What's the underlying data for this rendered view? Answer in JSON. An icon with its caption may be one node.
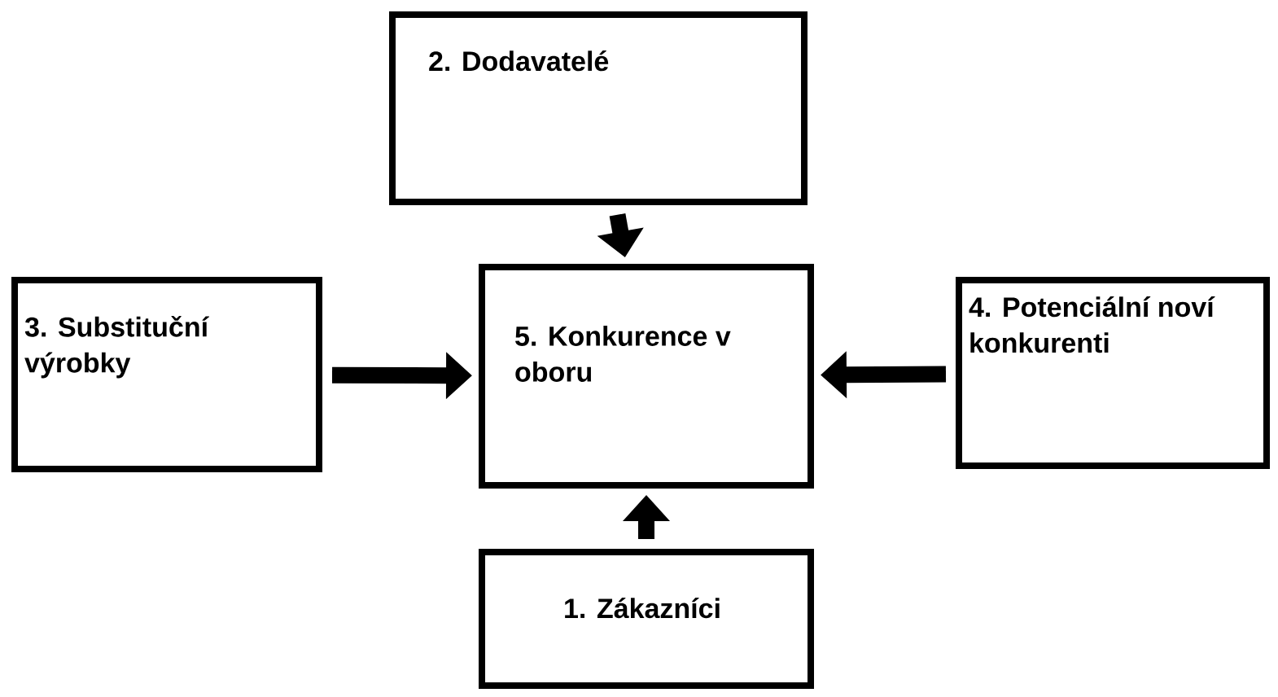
{
  "diagram": {
    "nodes": [
      {
        "text": [
          "2. Dodavatelé"
        ]
      },
      {
        "text": [
          "3. Substituční výrobky"
        ]
      },
      {
        "text": [
          "5. Konkurence v oboru"
        ]
      },
      {
        "text": [
          "4. Potenciální noví konkurenti"
        ]
      },
      {
        "text": [
          "1. Zákazníci"
        ]
      }
    ],
    "edges": [
      {
        "from": 0,
        "to": 2,
        "arrow": "to"
      },
      {
        "from": 1,
        "to": 2,
        "arrow": "to"
      },
      {
        "from": 3,
        "to": 2,
        "arrow": "to"
      },
      {
        "from": 4,
        "to": 2,
        "arrow": "to"
      }
    ]
  }
}
